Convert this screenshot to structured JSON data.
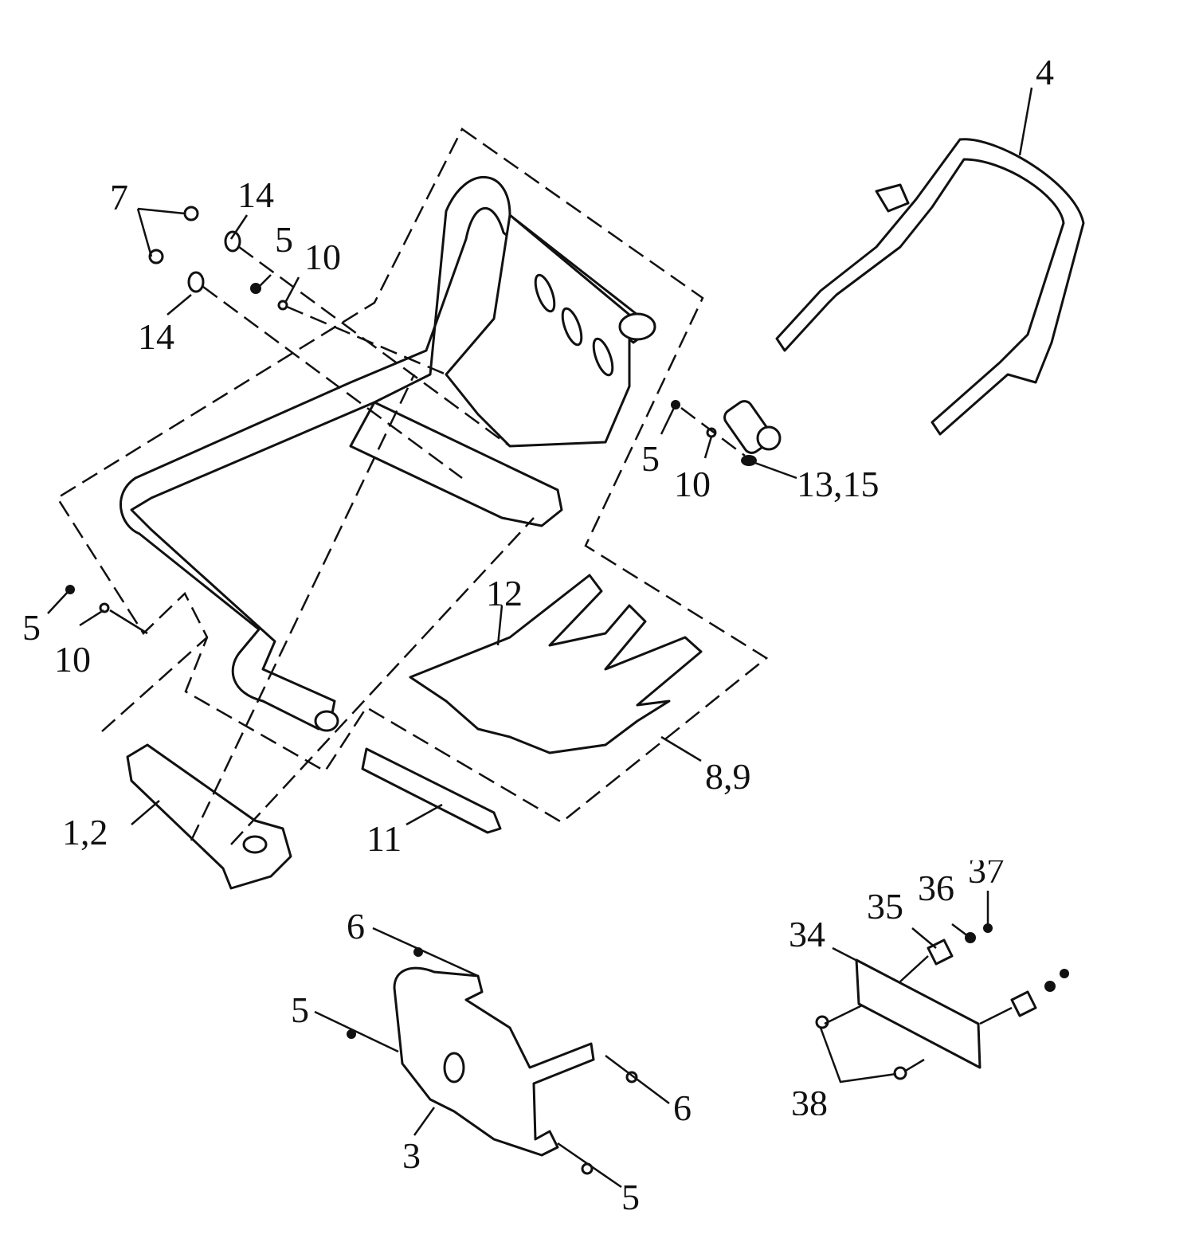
{
  "diagram": {
    "title": "Exploded parts diagram — frame, footrests, guards and plate bracket",
    "callouts": [
      {
        "id": "c4",
        "text": "4",
        "part": "rear-grab-bar"
      },
      {
        "id": "c7",
        "text": "7",
        "part": "bolt-pair"
      },
      {
        "id": "c14a",
        "text": "14",
        "part": "washer-upper"
      },
      {
        "id": "c5a",
        "text": "5",
        "part": "bolt-top"
      },
      {
        "id": "c10a",
        "text": "10",
        "part": "washer-top"
      },
      {
        "id": "c14b",
        "text": "14",
        "part": "washer-lower"
      },
      {
        "id": "c5b",
        "text": "5",
        "part": "bolt-right"
      },
      {
        "id": "c10b",
        "text": "10",
        "part": "washer-right"
      },
      {
        "id": "c1315",
        "text": "13,15",
        "part": "bushing-bracket"
      },
      {
        "id": "c12",
        "text": "12",
        "part": "skid-plate-straps"
      },
      {
        "id": "c5c",
        "text": "5",
        "part": "bolt-left"
      },
      {
        "id": "c10c",
        "text": "10",
        "part": "washer-left"
      },
      {
        "id": "c89",
        "text": "8,9",
        "part": "skid-plate"
      },
      {
        "id": "c12b",
        "text": "1,2",
        "part": "footpeg"
      },
      {
        "id": "c11",
        "text": "11",
        "part": "tube"
      },
      {
        "id": "c6a",
        "text": "6",
        "part": "bolt-guard-top"
      },
      {
        "id": "c5d",
        "text": "5",
        "part": "bolt-guard-left"
      },
      {
        "id": "c6b",
        "text": "6",
        "part": "bolt-guard-right"
      },
      {
        "id": "c3",
        "text": "3",
        "part": "front-guard"
      },
      {
        "id": "c5e",
        "text": "5",
        "part": "bolt-guard-bottom"
      },
      {
        "id": "c34",
        "text": "34",
        "part": "license-plate-bracket"
      },
      {
        "id": "c35",
        "text": "35",
        "part": "clip"
      },
      {
        "id": "c36",
        "text": "36",
        "part": "nut"
      },
      {
        "id": "c37",
        "text": "37",
        "part": "cap-nut"
      },
      {
        "id": "c38",
        "text": "38",
        "part": "screws"
      }
    ]
  }
}
